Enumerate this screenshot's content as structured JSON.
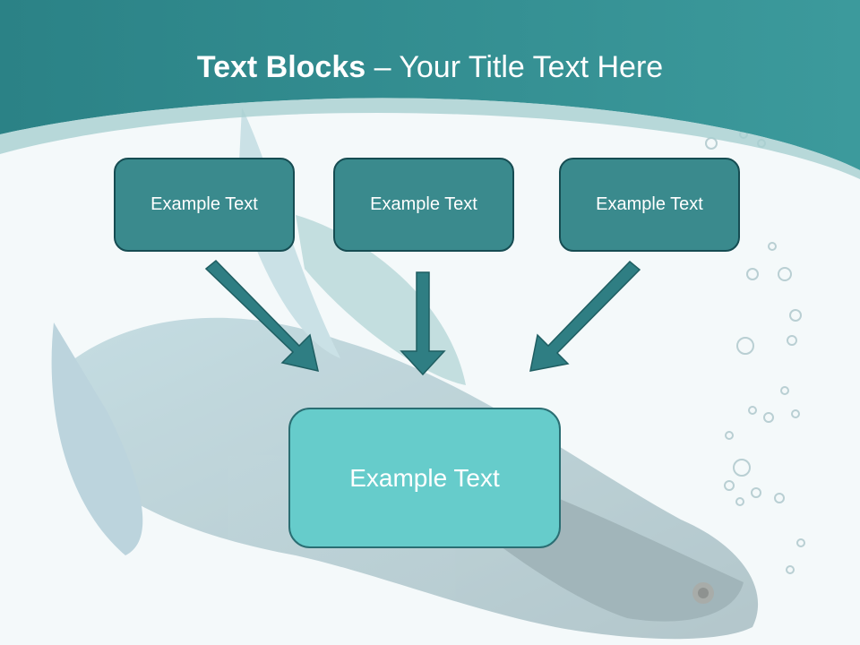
{
  "slide": {
    "title_bold": "Text Blocks",
    "title_dash": " – ",
    "title_rest": "Your Title Text Here"
  },
  "blocks": {
    "top": [
      "Example Text",
      "Example Text",
      "Example Text"
    ],
    "bottom": "Example Text"
  },
  "colors": {
    "header": "#2a8186",
    "box": "#3a8a8d",
    "box_border": "#164c52",
    "bottom_box": "#66cccb",
    "arrow": "#2f7e83"
  }
}
